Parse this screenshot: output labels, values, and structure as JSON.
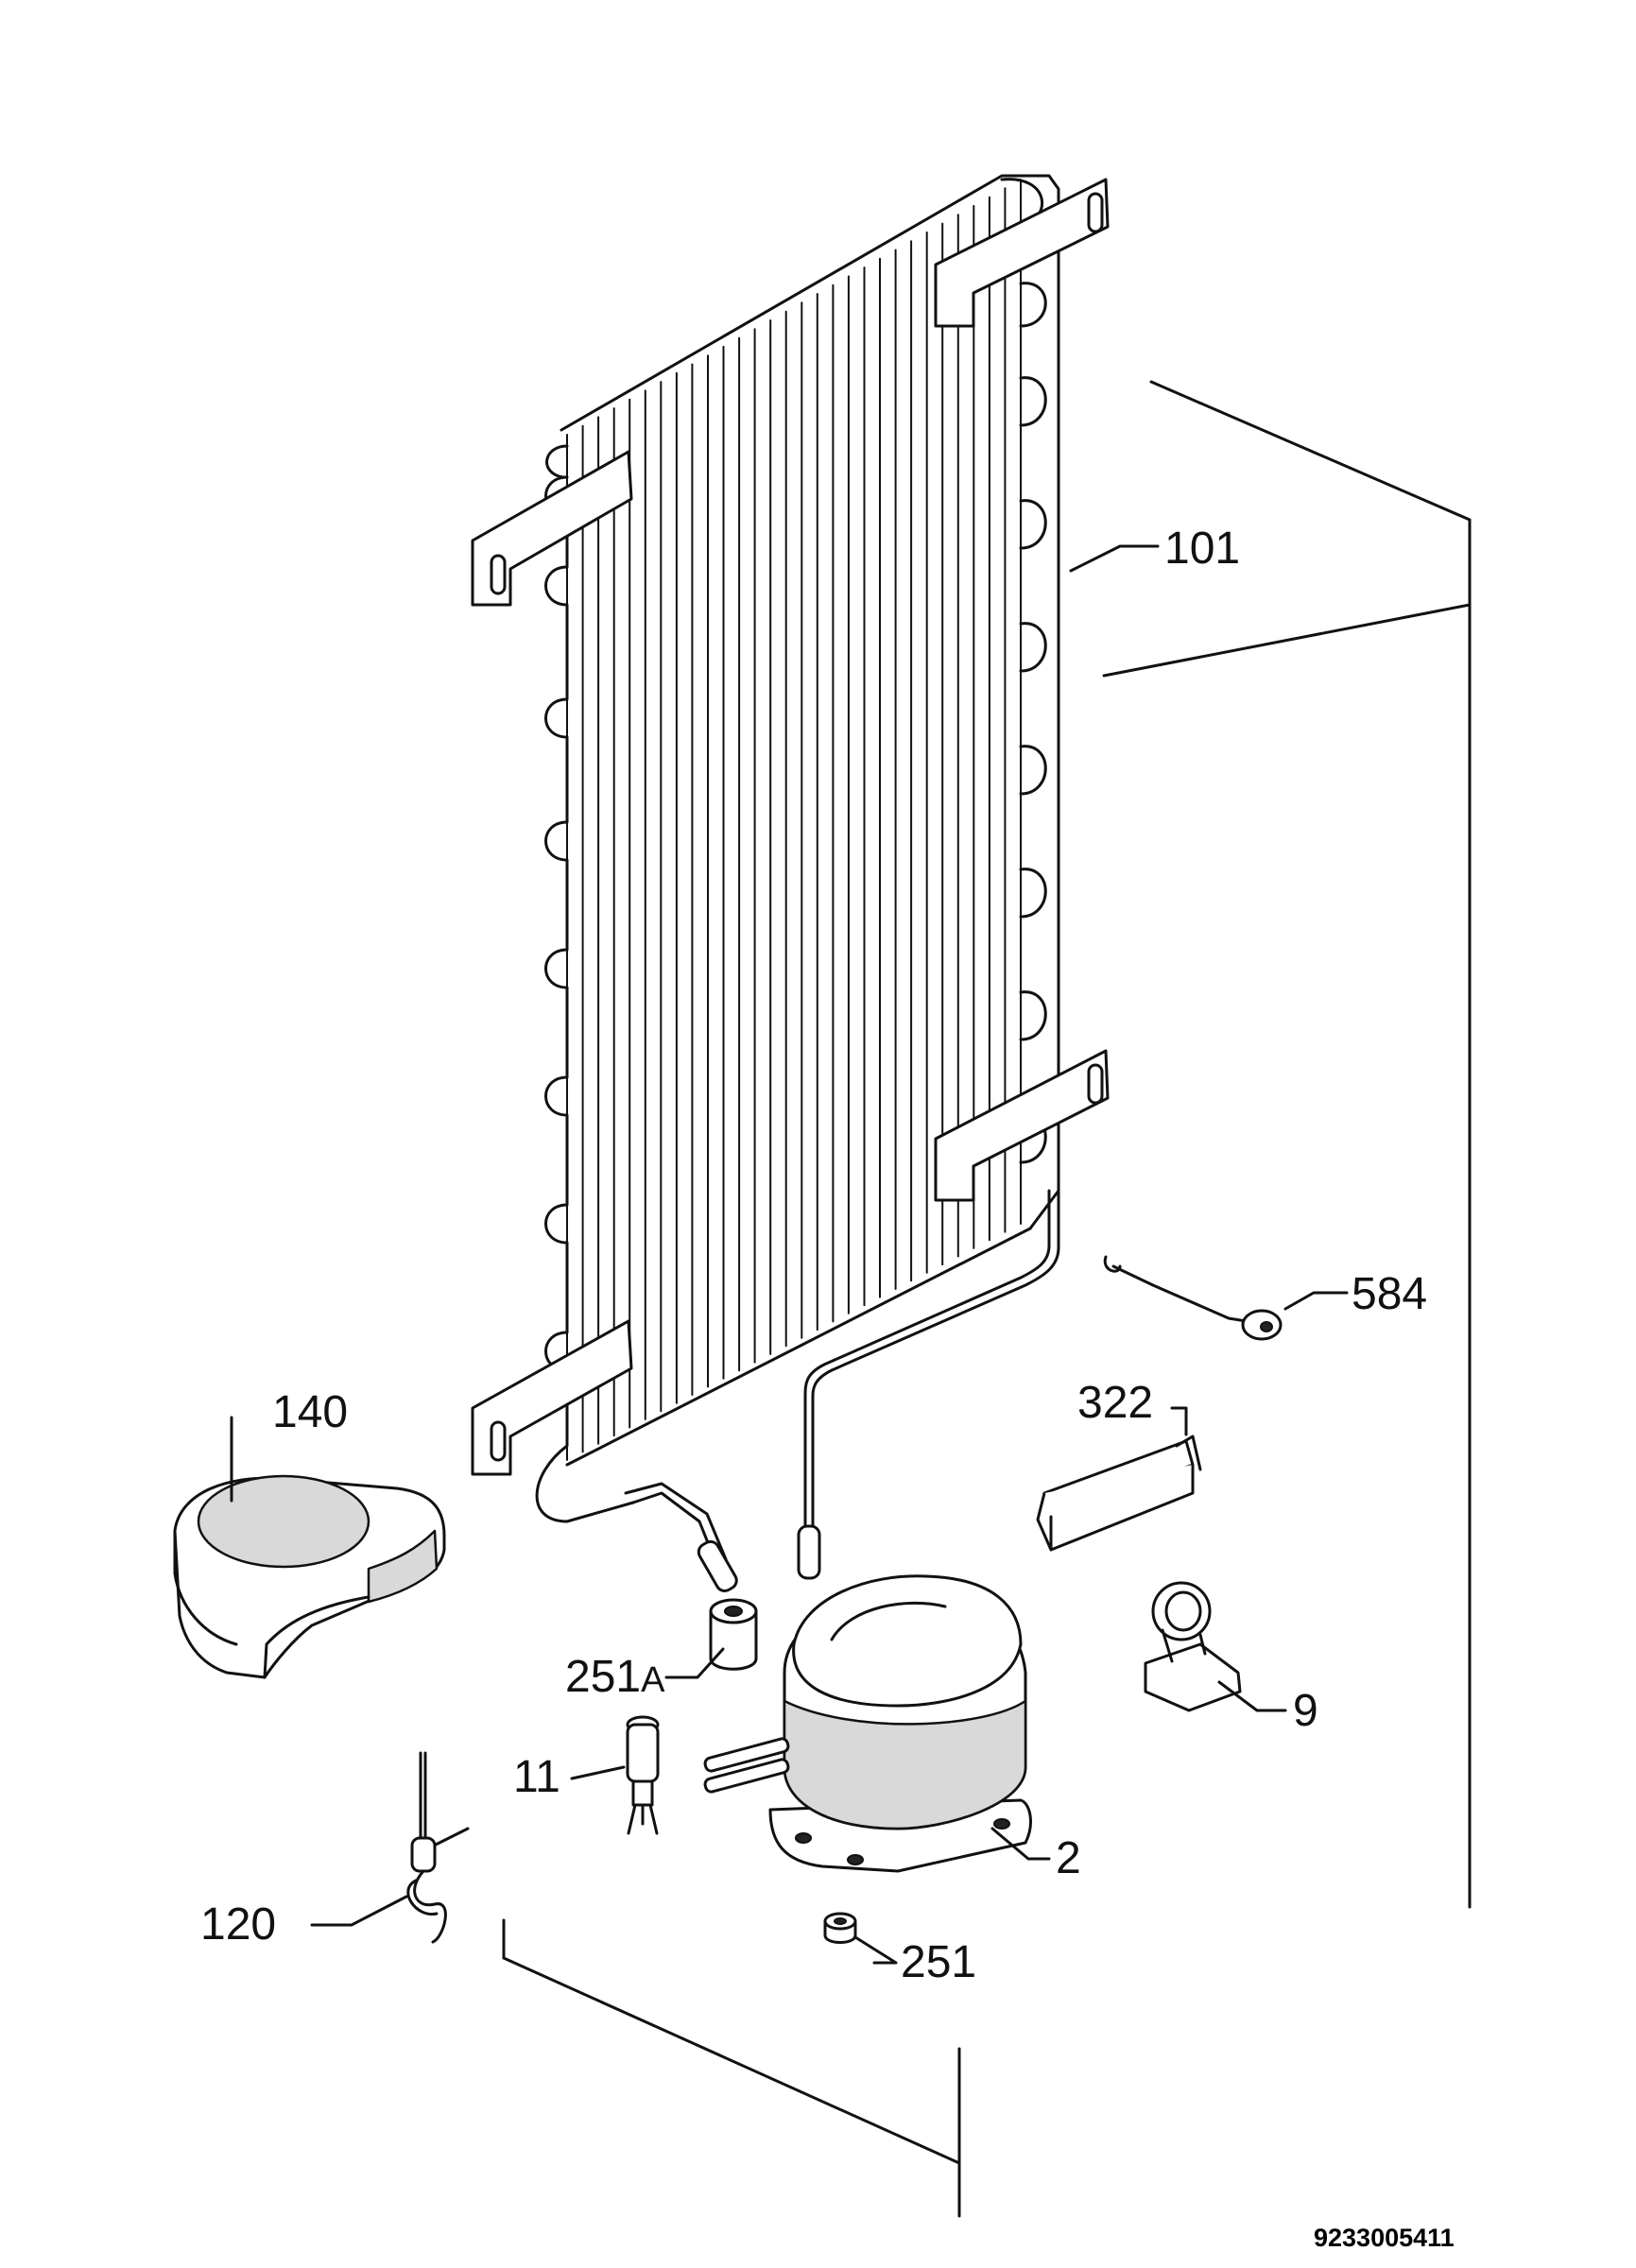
{
  "diagram": {
    "document_number": "9233005411",
    "parts": [
      {
        "id": "101",
        "label": "101",
        "name": "condenser"
      },
      {
        "id": "584",
        "label": "584",
        "name": "clip"
      },
      {
        "id": "322",
        "label": "322",
        "name": "bracket"
      },
      {
        "id": "140",
        "label": "140",
        "name": "drip-tray"
      },
      {
        "id": "251A",
        "label": "251",
        "label_suffix": "A",
        "name": "grommet"
      },
      {
        "id": "9",
        "label": "9",
        "name": "relay-clip"
      },
      {
        "id": "11",
        "label": "11",
        "name": "filter-drier"
      },
      {
        "id": "2",
        "label": "2",
        "name": "compressor"
      },
      {
        "id": "120",
        "label": "120",
        "name": "capillary-tube"
      },
      {
        "id": "251",
        "label": "251",
        "name": "rubber-foot"
      }
    ]
  }
}
